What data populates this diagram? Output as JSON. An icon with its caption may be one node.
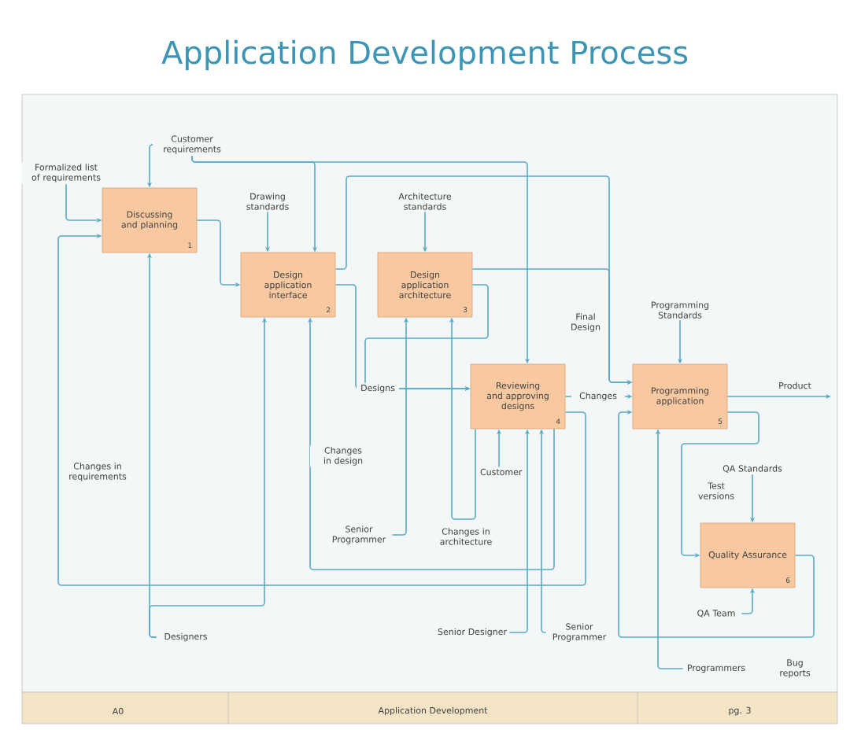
{
  "diagram": {
    "title": "Application Development Process",
    "nodes": [
      {
        "text": [
          "Discussing and planning",
          "1"
        ]
      },
      {
        "text": [
          "Design application interface",
          "2"
        ]
      },
      {
        "text": [
          "Design application architecture",
          "3"
        ]
      },
      {
        "text": [
          "Reviewing and approving designs",
          "4"
        ]
      },
      {
        "text": [
          "Programming application",
          "5"
        ]
      },
      {
        "text": [
          "Quality Assurance",
          "6"
        ]
      },
      {
        "text": [
          "Formalized list of requirements"
        ]
      },
      {
        "text": [
          "Customer requirements"
        ]
      },
      {
        "text": [
          "Drawing standards"
        ]
      },
      {
        "text": [
          "Architecture standards"
        ]
      },
      {
        "text": [
          "Programming Standards"
        ]
      },
      {
        "text": [
          "QA Standards"
        ]
      },
      {
        "text": [
          "Customer"
        ]
      },
      {
        "text": [
          "Senior Programmer"
        ]
      },
      {
        "text": [
          "Senior Designer"
        ]
      },
      {
        "text": [
          "Senior Programmer"
        ]
      },
      {
        "text": [
          "Designers"
        ]
      },
      {
        "text": [
          "Programmers"
        ]
      },
      {
        "text": [
          "QA Team"
        ]
      }
    ],
    "edges": [
      {
        "from": 6,
        "to": 0,
        "arrow": "to"
      },
      {
        "from": 7,
        "to": 0,
        "arrow": "to"
      },
      {
        "from": 7,
        "to": 1,
        "arrow": "to"
      },
      {
        "from": 7,
        "to": 3,
        "arrow": "to"
      },
      {
        "from": 8,
        "to": 1,
        "arrow": "to"
      },
      {
        "from": 9,
        "to": 2,
        "arrow": "to"
      },
      {
        "from": 10,
        "to": 4,
        "arrow": "to"
      },
      {
        "from": 0,
        "to": 1,
        "arrow": "to"
      },
      {
        "from": 1,
        "to": 3,
        "arrow": "to",
        "label": "Designs"
      },
      {
        "from": 2,
        "to": 3,
        "arrow": "to"
      },
      {
        "from": 1,
        "to": 4,
        "arrow": "to",
        "label": "Final Design"
      },
      {
        "from": 2,
        "to": 4,
        "arrow": "to"
      },
      {
        "from": 3,
        "to": 4,
        "arrow": "to",
        "label": "Changes"
      },
      {
        "from": 4,
        "to": null,
        "arrow": "to",
        "label": "Product"
      },
      {
        "from": 4,
        "to": 5,
        "arrow": "to",
        "label": "Test versions"
      },
      {
        "from": 5,
        "to": 4,
        "arrow": "to",
        "label": "Bug reports"
      },
      {
        "from": 3,
        "to": 0,
        "arrow": "to",
        "label": "Changes in requirements"
      },
      {
        "from": 3,
        "to": 1,
        "arrow": "to",
        "label": "Changes in design"
      },
      {
        "from": 3,
        "to": 2,
        "arrow": "to",
        "label": "Changes in architecture"
      },
      {
        "from": 11,
        "to": 5,
        "arrow": "to"
      },
      {
        "from": 12,
        "to": 3,
        "arrow": "to"
      },
      {
        "from": 16,
        "to": 0,
        "arrow": "to"
      },
      {
        "from": 16,
        "to": 1,
        "arrow": "to"
      },
      {
        "from": 13,
        "to": 2,
        "arrow": "to"
      },
      {
        "from": 14,
        "to": 3,
        "arrow": "to"
      },
      {
        "from": 15,
        "to": 3,
        "arrow": "to"
      },
      {
        "from": 17,
        "to": 4,
        "arrow": "to"
      },
      {
        "from": 18,
        "to": 5,
        "arrow": "to"
      }
    ],
    "labels": [
      "A0",
      "Application Development",
      "pg. 3"
    ]
  }
}
